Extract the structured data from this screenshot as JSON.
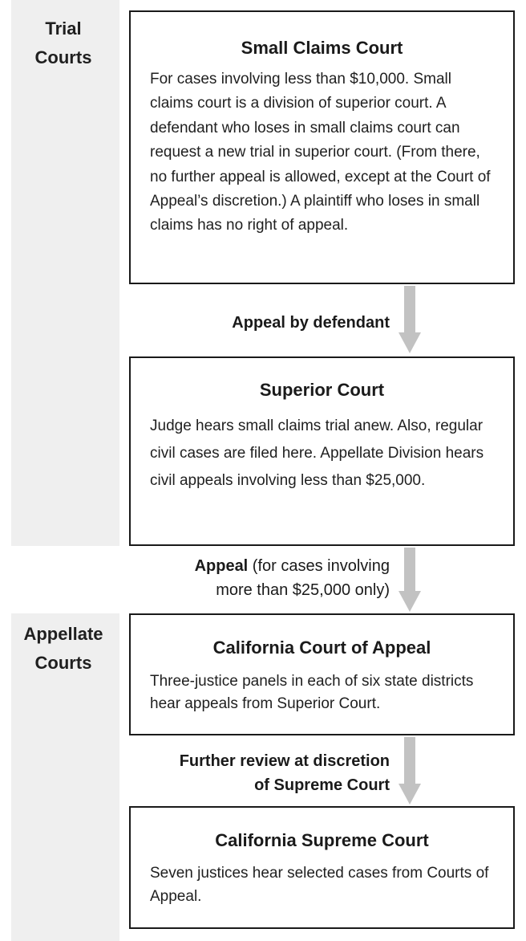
{
  "sections": {
    "trial": "Trial\nCourts",
    "appellate": "Appellate\nCourts"
  },
  "boxes": {
    "small_claims": {
      "title": "Small Claims Court",
      "body": "For cases involving less than $10,000. Small claims court is a division of superior court. A defendant who loses in small claims court can request a new trial in superior court. (From there, no further appeal is allowed, except at the Court of Appeal’s discretion.) A plaintiff who loses in small claims has no right of appeal."
    },
    "superior": {
      "title": "Superior Court",
      "body": "Judge hears small claims trial anew. Also, regular civil cases are filed here. Appellate Division hears civil appeals involving less than $25,000."
    },
    "court_of_appeal": {
      "title": "California Court of Appeal",
      "body": "Three-justice panels in each of six state districts hear appeals from Superior Court."
    },
    "supreme": {
      "title": "California Supreme Court",
      "body": "Seven justices hear selected cases from Courts of Appeal."
    }
  },
  "arrows": {
    "defendant": "Appeal by defendant",
    "appeal_strong": "Appeal",
    "appeal_line1": " (for cases involving",
    "appeal_line2": "more than $25,000 only)",
    "further_line1": "Further review at discretion",
    "further_line2": "of Supreme Court"
  },
  "colors": {
    "band": "#efefef",
    "arrow": "#c2c2c2",
    "border": "#1a1a1a"
  }
}
